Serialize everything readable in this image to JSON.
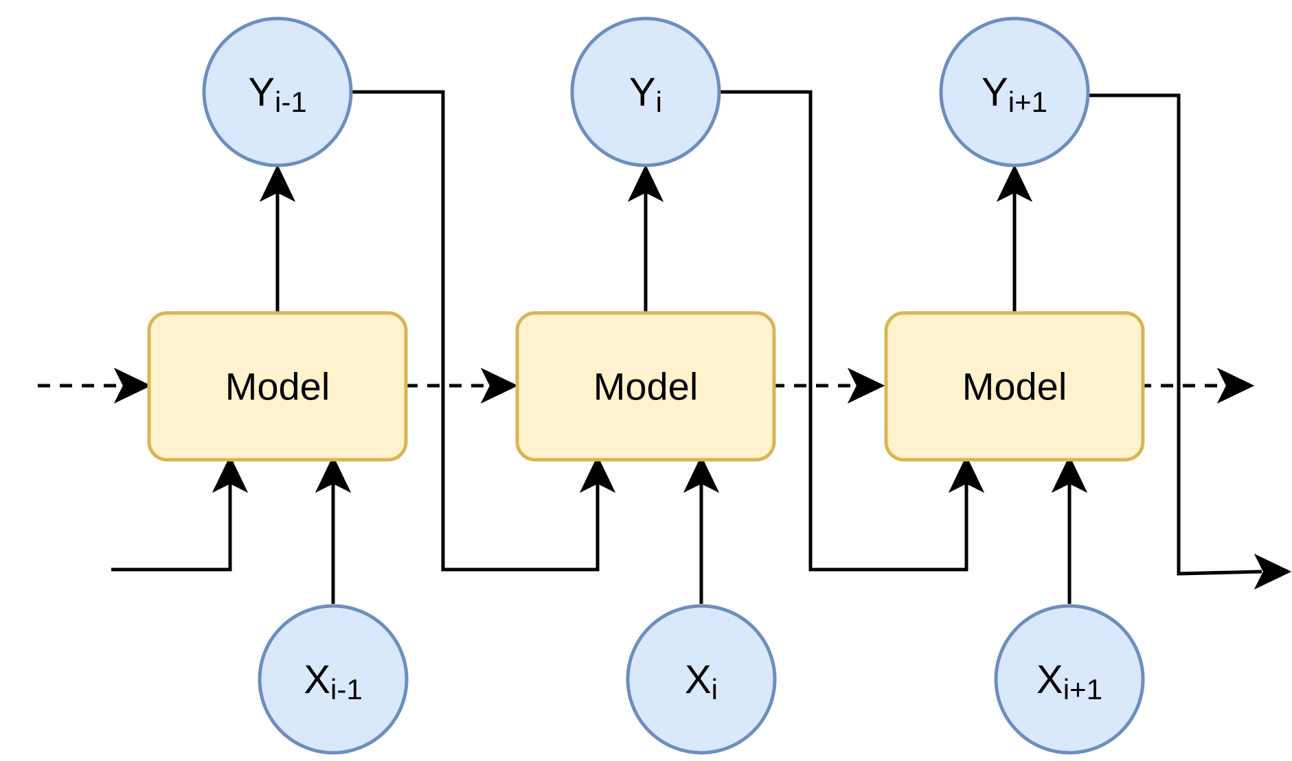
{
  "colors": {
    "circle_fill": "#dae8fc",
    "circle_stroke": "#6c8ebf",
    "model_fill": "#fff2cc",
    "model_stroke": "#d6b656",
    "line": "#000000"
  },
  "steps": [
    {
      "model_label": "Model",
      "output": {
        "base": "Y",
        "sub": "i-1"
      },
      "input": {
        "base": "X",
        "sub": "i-1"
      }
    },
    {
      "model_label": "Model",
      "output": {
        "base": "Y",
        "sub": "i"
      },
      "input": {
        "base": "X",
        "sub": "i"
      }
    },
    {
      "model_label": "Model",
      "output": {
        "base": "Y",
        "sub": "i+1"
      },
      "input": {
        "base": "X",
        "sub": "i+1"
      }
    }
  ]
}
